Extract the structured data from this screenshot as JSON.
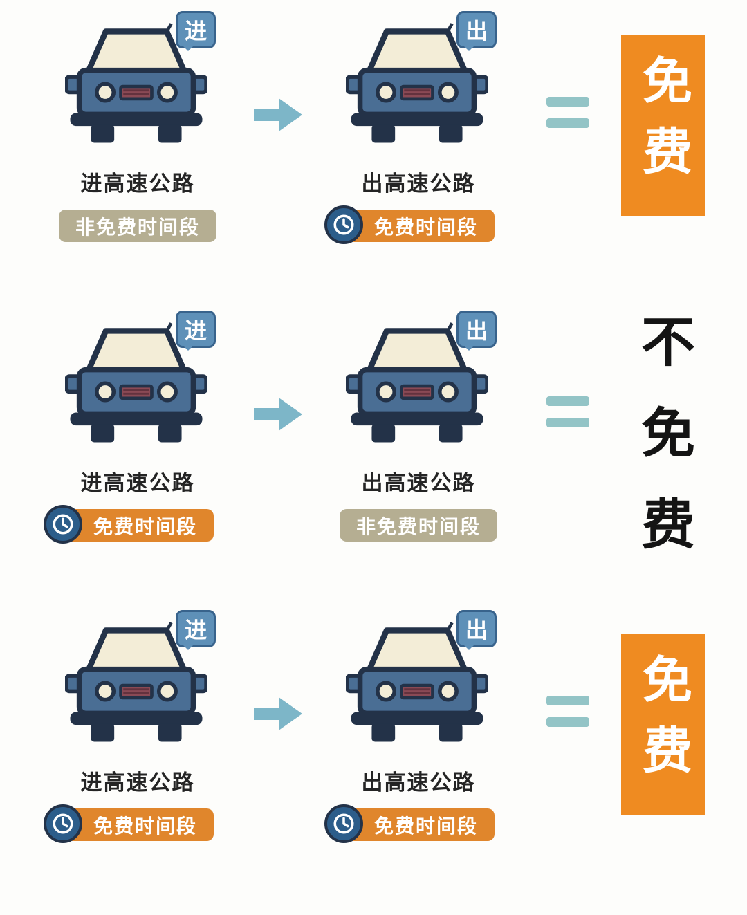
{
  "rows": [
    {
      "enter": {
        "badge": "进",
        "label": "进高速公路",
        "tag": "非免费时间段",
        "tag_free": false
      },
      "exit": {
        "badge": "出",
        "label": "出高速公路",
        "tag": "免费时间段",
        "tag_free": true
      },
      "result": "免费",
      "result_free": true
    },
    {
      "enter": {
        "badge": "进",
        "label": "进高速公路",
        "tag": "免费时间段",
        "tag_free": true
      },
      "exit": {
        "badge": "出",
        "label": "出高速公路",
        "tag": "非免费时间段",
        "tag_free": false
      },
      "result": "不免费",
      "result_free": false
    },
    {
      "enter": {
        "badge": "进",
        "label": "进高速公路",
        "tag": "免费时间段",
        "tag_free": true
      },
      "exit": {
        "badge": "出",
        "label": "出高速公路",
        "tag": "免费时间段",
        "tag_free": true
      },
      "result": "免费",
      "result_free": true
    }
  ],
  "icons": {
    "arrow": "right-arrow",
    "equals": "equals-sign",
    "clock": "clock"
  },
  "colors": {
    "page_bg": "#fdfdfb",
    "outline": "#233248",
    "car_body": "#4a6e94",
    "windshield": "#f3edd7",
    "grille": "#8a4a55",
    "badge_bg": "#5e90b8",
    "arrow": "#7db6c8",
    "equals": "#93c4c6",
    "free_tag": "#e0862c",
    "nonfree_tag": "#b5ae92",
    "clock_bg": "#2c5d8a",
    "result_free_bg": "#ef8b21",
    "result_nonfree_text": "#141414",
    "label_text": "#242424"
  }
}
